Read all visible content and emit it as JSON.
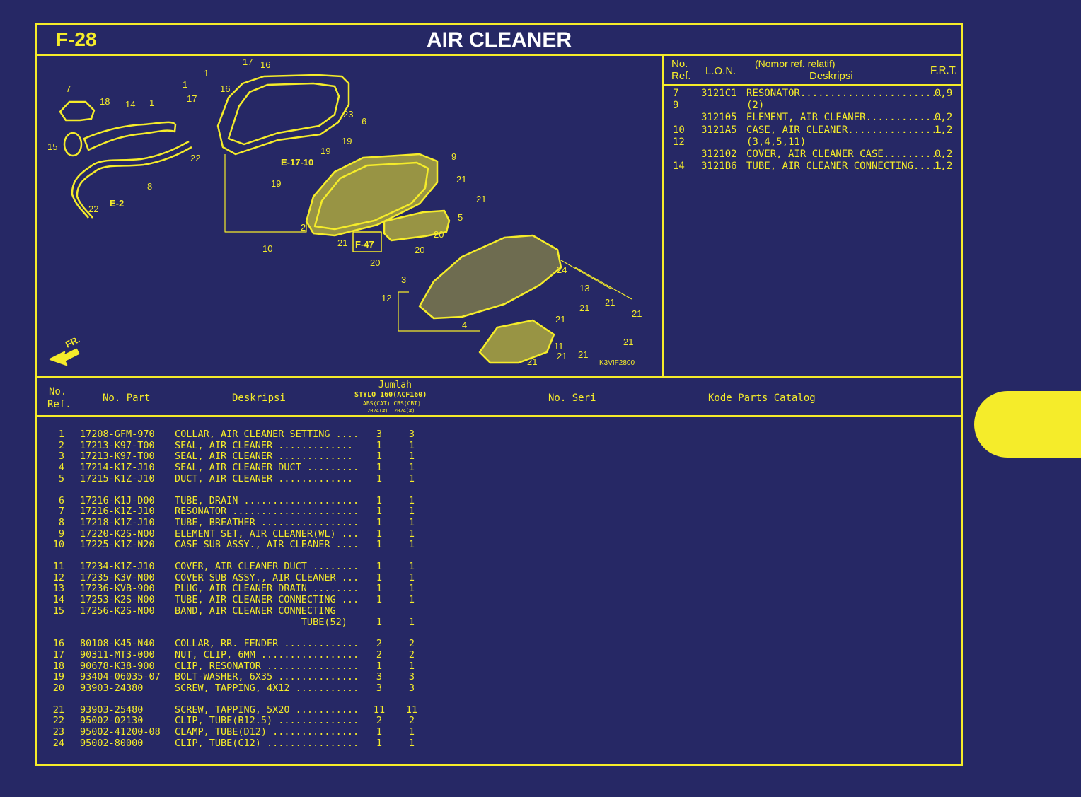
{
  "header": {
    "code": "F-28",
    "title": "AIR CLEANER"
  },
  "diagram": {
    "labels": {
      "l1": "1",
      "l2": "2",
      "l3": "3",
      "l4": "4",
      "l5": "5",
      "l6": "6",
      "l7": "7",
      "l8": "8",
      "l9": "9",
      "l10": "10",
      "l11": "11",
      "l12": "12",
      "l13": "13",
      "l14": "14",
      "l15": "15",
      "l16": "16",
      "l17": "17",
      "l18": "18",
      "l19": "19",
      "l20": "20",
      "l21": "21",
      "l22": "22",
      "l23": "23",
      "l24": "24"
    },
    "ref_e17": "E-17-10",
    "ref_e2": "E-2",
    "ref_f47": "F-47",
    "front": "FR.",
    "figure_code": "K3VIF2800"
  },
  "lon_table": {
    "h_no": "No.",
    "h_ref": "Ref.",
    "h_lon": "L.O.N.",
    "h_nomor": "(Nomor ref. relatif)",
    "h_desc": "Deskripsi",
    "h_frt": "F.R.T.",
    "rows": [
      {
        "ref": "7",
        "lon": "3121C1",
        "desc": "RESONATOR........................",
        "frt": "0,9"
      },
      {
        "ref": "9",
        "lon": "",
        "desc": "(2)",
        "frt": ""
      },
      {
        "ref": "",
        "lon": "312105",
        "desc": "ELEMENT, AIR CLEANER.............",
        "frt": "0,2"
      },
      {
        "ref": "10",
        "lon": "3121A5",
        "desc": "CASE, AIR CLEANER................",
        "frt": "1,2"
      },
      {
        "ref": "12",
        "lon": "",
        "desc": "(3,4,5,11)",
        "frt": ""
      },
      {
        "ref": "",
        "lon": "312102",
        "desc": "COVER, AIR CLEANER CASE..........",
        "frt": "0,2"
      },
      {
        "ref": "14",
        "lon": "3121B6",
        "desc": "TUBE, AIR CLEANER CONNECTING.....",
        "frt": "1,2"
      }
    ]
  },
  "parts_header": {
    "no": "No.",
    "ref": "Ref.",
    "part": "No. Part",
    "desc": "Deskripsi",
    "jumlah": "Jumlah",
    "model": "STYLO 160(ACF160)",
    "variants": "ABS(CAT) CBS(CBT)",
    "years": "2024(#)  2024(#)",
    "seri": "No. Seri",
    "catalog": "Kode Parts Catalog"
  },
  "parts": [
    {
      "ref": "1",
      "part": "17208-GFM-970",
      "desc": "COLLAR, AIR CLEANER SETTING ....",
      "q1": "3",
      "q2": "3"
    },
    {
      "ref": "2",
      "part": "17213-K97-T00",
      "desc": "SEAL, AIR CLEANER .............",
      "q1": "1",
      "q2": "1"
    },
    {
      "ref": "3",
      "part": "17213-K97-T00",
      "desc": "SEAL, AIR CLEANER .............",
      "q1": "1",
      "q2": "1"
    },
    {
      "ref": "4",
      "part": "17214-K1Z-J10",
      "desc": "SEAL, AIR CLEANER DUCT .........",
      "q1": "1",
      "q2": "1"
    },
    {
      "ref": "5",
      "part": "17215-K1Z-J10",
      "desc": "DUCT, AIR CLEANER .............",
      "q1": "1",
      "q2": "1"
    },
    {
      "ref": "6",
      "part": "17216-K1J-D00",
      "desc": "TUBE, DRAIN ....................",
      "q1": "1",
      "q2": "1"
    },
    {
      "ref": "7",
      "part": "17216-K1Z-J10",
      "desc": "RESONATOR ......................",
      "q1": "1",
      "q2": "1"
    },
    {
      "ref": "8",
      "part": "17218-K1Z-J10",
      "desc": "TUBE, BREATHER .................",
      "q1": "1",
      "q2": "1"
    },
    {
      "ref": "9",
      "part": "17220-K2S-N00",
      "desc": "ELEMENT SET, AIR CLEANER(WL) ...",
      "q1": "1",
      "q2": "1"
    },
    {
      "ref": "10",
      "part": "17225-K1Z-N20",
      "desc": "CASE SUB ASSY., AIR CLEANER ....",
      "q1": "1",
      "q2": "1"
    },
    {
      "ref": "11",
      "part": "17234-K1Z-J10",
      "desc": "COVER, AIR CLEANER DUCT ........",
      "q1": "1",
      "q2": "1"
    },
    {
      "ref": "12",
      "part": "17235-K3V-N00",
      "desc": "COVER SUB ASSY., AIR CLEANER ...",
      "q1": "1",
      "q2": "1"
    },
    {
      "ref": "13",
      "part": "17236-KVB-900",
      "desc": "PLUG, AIR CLEANER DRAIN ........",
      "q1": "1",
      "q2": "1"
    },
    {
      "ref": "14",
      "part": "17253-K2S-N00",
      "desc": "TUBE, AIR CLEANER CONNECTING ...",
      "q1": "1",
      "q2": "1"
    },
    {
      "ref": "15",
      "part": "17256-K2S-N00",
      "desc": "BAND, AIR CLEANER CONNECTING",
      "q1": "",
      "q2": ""
    },
    {
      "ref": "",
      "part": "",
      "desc": "                      TUBE(52)",
      "q1": "1",
      "q2": "1"
    },
    {
      "ref": "16",
      "part": "80108-K45-N40",
      "desc": "COLLAR, RR. FENDER .............",
      "q1": "2",
      "q2": "2"
    },
    {
      "ref": "17",
      "part": "90311-MT3-000",
      "desc": "NUT, CLIP, 6MM .................",
      "q1": "2",
      "q2": "2"
    },
    {
      "ref": "18",
      "part": "90678-K38-900",
      "desc": "CLIP, RESONATOR ................",
      "q1": "1",
      "q2": "1"
    },
    {
      "ref": "19",
      "part": "93404-06035-07",
      "desc": "BOLT-WASHER, 6X35 ..............",
      "q1": "3",
      "q2": "3"
    },
    {
      "ref": "20",
      "part": "93903-24380",
      "desc": "SCREW, TAPPING, 4X12 ...........",
      "q1": "3",
      "q2": "3"
    },
    {
      "ref": "21",
      "part": "93903-25480",
      "desc": "SCREW, TAPPING, 5X20 ...........",
      "q1": "11",
      "q2": "11"
    },
    {
      "ref": "22",
      "part": "95002-02130",
      "desc": "CLIP, TUBE(B12.5) ..............",
      "q1": "2",
      "q2": "2"
    },
    {
      "ref": "23",
      "part": "95002-41200-08",
      "desc": "CLAMP, TUBE(D12) ...............",
      "q1": "1",
      "q2": "1"
    },
    {
      "ref": "24",
      "part": "95002-80000",
      "desc": "CLIP, TUBE(C12) ................",
      "q1": "1",
      "q2": "1"
    }
  ]
}
